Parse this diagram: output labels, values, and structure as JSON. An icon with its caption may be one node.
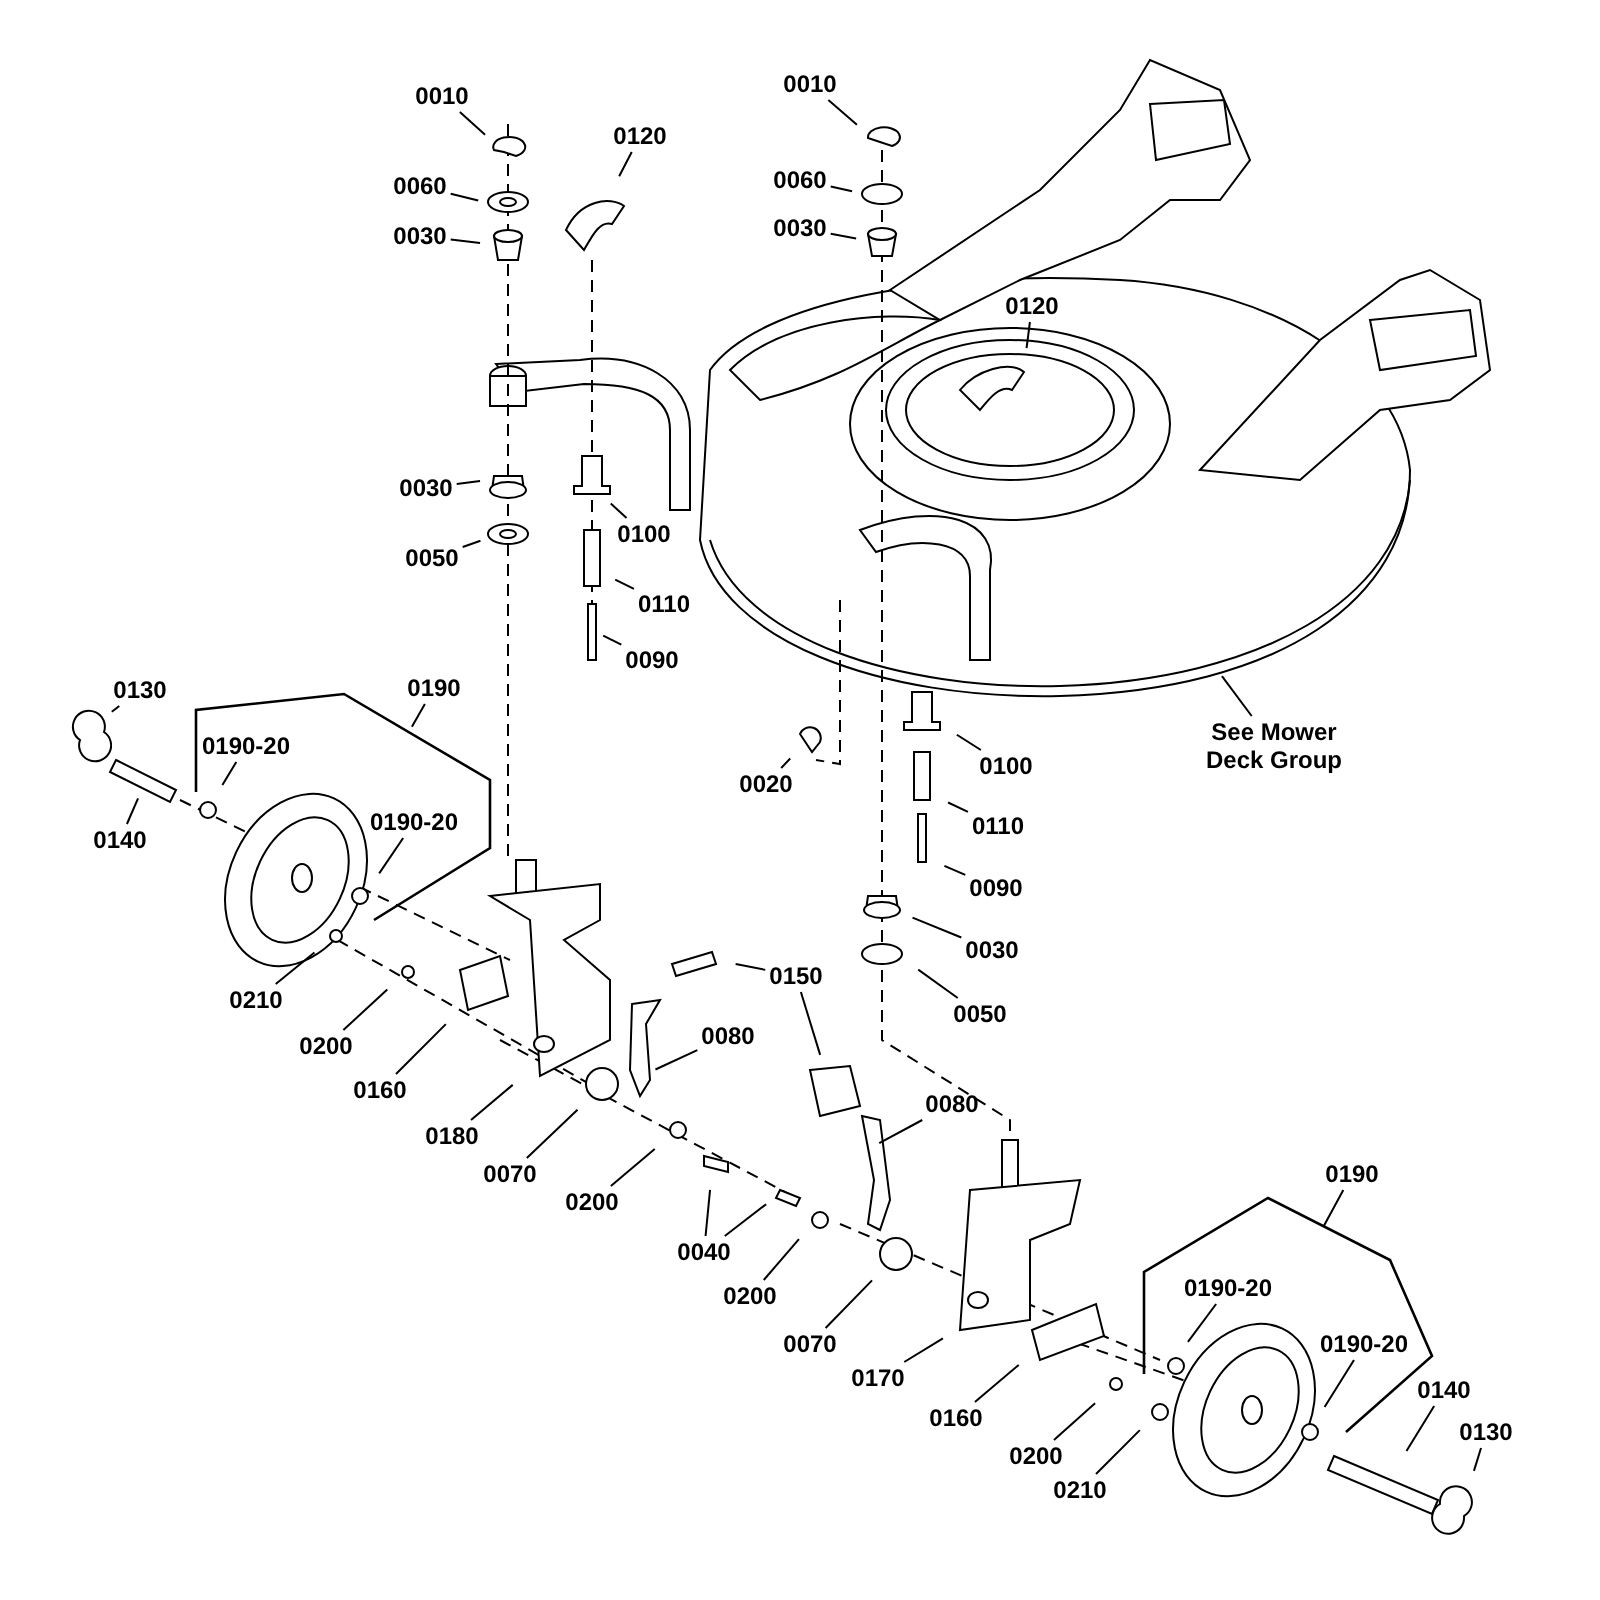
{
  "diagram": {
    "nodes": [
      {
        "text": [
          "0010"
        ]
      },
      {
        "text": [
          "0120"
        ]
      },
      {
        "text": [
          "0060"
        ]
      },
      {
        "text": [
          "0030"
        ]
      },
      {
        "text": [
          "0010"
        ]
      },
      {
        "text": [
          "0060"
        ]
      },
      {
        "text": [
          "0030"
        ]
      },
      {
        "text": [
          "0120"
        ]
      },
      {
        "text": [
          "0030"
        ]
      },
      {
        "text": [
          "0050"
        ]
      },
      {
        "text": [
          "0100"
        ]
      },
      {
        "text": [
          "0110"
        ]
      },
      {
        "text": [
          "0090"
        ]
      },
      {
        "text": [
          "0130"
        ]
      },
      {
        "text": [
          "0190"
        ]
      },
      {
        "text": [
          "0190-20"
        ]
      },
      {
        "text": [
          "0190-20"
        ]
      },
      {
        "text": [
          "0140"
        ]
      },
      {
        "text": [
          "0020"
        ]
      },
      {
        "text": [
          "0100"
        ]
      },
      {
        "text": [
          "0110"
        ]
      },
      {
        "text": [
          "0090"
        ]
      },
      {
        "text": [
          "See Mower Deck Group"
        ]
      },
      {
        "text": [
          "0030"
        ]
      },
      {
        "text": [
          "0050"
        ]
      },
      {
        "text": [
          "0150"
        ]
      },
      {
        "text": [
          "0210"
        ]
      },
      {
        "text": [
          "0200"
        ]
      },
      {
        "text": [
          "0080"
        ]
      },
      {
        "text": [
          "0160"
        ]
      },
      {
        "text": [
          "0180"
        ]
      },
      {
        "text": [
          "0070"
        ]
      },
      {
        "text": [
          "0200"
        ]
      },
      {
        "text": [
          "0040"
        ]
      },
      {
        "text": [
          "0200"
        ]
      },
      {
        "text": [
          "0080"
        ]
      },
      {
        "text": [
          "0070"
        ]
      },
      {
        "text": [
          "0170"
        ]
      },
      {
        "text": [
          "0160"
        ]
      },
      {
        "text": [
          "0200"
        ]
      },
      {
        "text": [
          "0210"
        ]
      },
      {
        "text": [
          "0190"
        ]
      },
      {
        "text": [
          "0190-20"
        ]
      },
      {
        "text": [
          "0190-20"
        ]
      },
      {
        "text": [
          "0140"
        ]
      },
      {
        "text": [
          "0130"
        ]
      }
    ],
    "edges": [
      {
        "from": 0,
        "to": null,
        "arrow": "none"
      },
      {
        "from": 1,
        "to": null,
        "arrow": "none"
      },
      {
        "from": 2,
        "to": null,
        "arrow": "none"
      },
      {
        "from": 3,
        "to": null,
        "arrow": "none"
      },
      {
        "from": 4,
        "to": null,
        "arrow": "none"
      },
      {
        "from": 5,
        "to": null,
        "arrow": "none"
      },
      {
        "from": 6,
        "to": null,
        "arrow": "none"
      },
      {
        "from": 7,
        "to": null,
        "arrow": "none"
      },
      {
        "from": 8,
        "to": null,
        "arrow": "none"
      },
      {
        "from": 9,
        "to": null,
        "arrow": "none"
      },
      {
        "from": 10,
        "to": null,
        "arrow": "none"
      },
      {
        "from": 11,
        "to": null,
        "arrow": "none"
      },
      {
        "from": 12,
        "to": null,
        "arrow": "none"
      },
      {
        "from": 13,
        "to": null,
        "arrow": "none"
      },
      {
        "from": 14,
        "to": null,
        "arrow": "none"
      },
      {
        "from": 15,
        "to": null,
        "arrow": "none"
      },
      {
        "from": 16,
        "to": null,
        "arrow": "none"
      },
      {
        "from": 17,
        "to": null,
        "arrow": "none"
      },
      {
        "from": 18,
        "to": null,
        "arrow": "none"
      },
      {
        "from": 19,
        "to": null,
        "arrow": "none"
      },
      {
        "from": 20,
        "to": null,
        "arrow": "none"
      },
      {
        "from": 21,
        "to": null,
        "arrow": "none"
      },
      {
        "from": 22,
        "to": null,
        "arrow": "none"
      },
      {
        "from": 23,
        "to": null,
        "arrow": "none"
      },
      {
        "from": 24,
        "to": null,
        "arrow": "none"
      },
      {
        "from": 25,
        "to": null,
        "arrow": "none"
      },
      {
        "from": 25,
        "to": null,
        "arrow": "none"
      },
      {
        "from": 26,
        "to": null,
        "arrow": "none"
      },
      {
        "from": 27,
        "to": null,
        "arrow": "none"
      },
      {
        "from": 28,
        "to": null,
        "arrow": "none"
      },
      {
        "from": 29,
        "to": null,
        "arrow": "none"
      },
      {
        "from": 30,
        "to": null,
        "arrow": "none"
      },
      {
        "from": 31,
        "to": null,
        "arrow": "none"
      },
      {
        "from": 32,
        "to": null,
        "arrow": "none"
      },
      {
        "from": 33,
        "to": null,
        "arrow": "none"
      },
      {
        "from": 33,
        "to": null,
        "arrow": "none"
      },
      {
        "from": 34,
        "to": null,
        "arrow": "none"
      },
      {
        "from": 35,
        "to": null,
        "arrow": "none"
      },
      {
        "from": 36,
        "to": null,
        "arrow": "none"
      },
      {
        "from": 37,
        "to": null,
        "arrow": "none"
      },
      {
        "from": 38,
        "to": null,
        "arrow": "none"
      },
      {
        "from": 39,
        "to": null,
        "arrow": "none"
      },
      {
        "from": 40,
        "to": null,
        "arrow": "none"
      },
      {
        "from": 41,
        "to": null,
        "arrow": "none"
      },
      {
        "from": 42,
        "to": null,
        "arrow": "none"
      },
      {
        "from": 43,
        "to": null,
        "arrow": "none"
      },
      {
        "from": 44,
        "to": null,
        "arrow": "none"
      },
      {
        "from": 45,
        "to": null,
        "arrow": "none"
      }
    ]
  }
}
